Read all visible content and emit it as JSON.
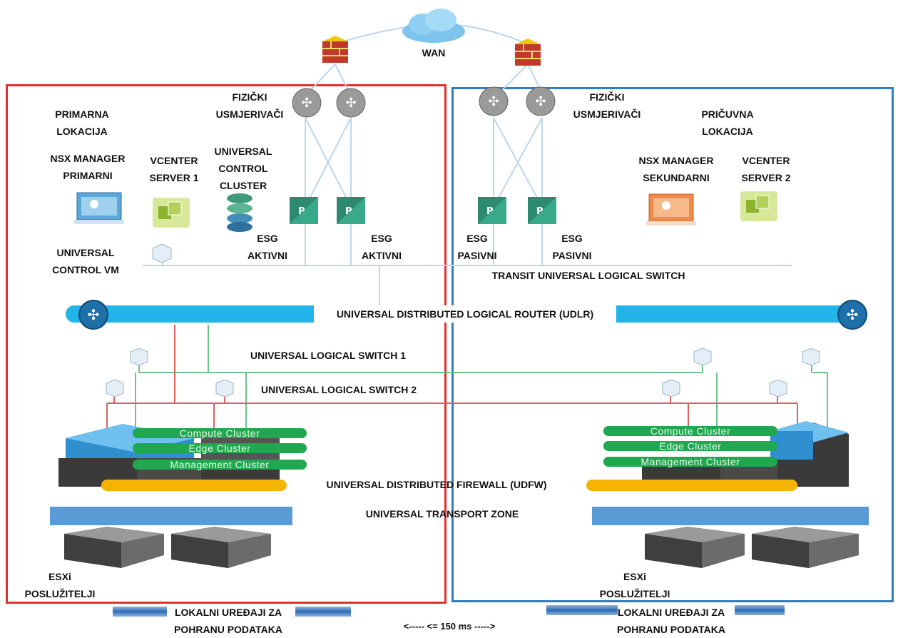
{
  "wan": {
    "label": "WAN"
  },
  "primary_site": {
    "title_line1": "PRIMARNA",
    "title_line2": "LOKACIJA",
    "routers_label_line1": "FIZIČKI",
    "routers_label_line2": "USMJERIVAČI",
    "nsx_manager_line1": "NSX MANAGER",
    "nsx_manager_line2": "PRIMARNI",
    "vcenter_line1": "VCENTER",
    "vcenter_line2": "SERVER 1",
    "control_cluster_line1": "UNIVERSAL",
    "control_cluster_line2": "CONTROL",
    "control_cluster_line3": "CLUSTER",
    "control_vm_line1": "UNIVERSAL",
    "control_vm_line2": "CONTROL VM",
    "esg1_line1": "ESG",
    "esg1_line2": "AKTIVNI",
    "esg2_line1": "ESG",
    "esg2_line2": "AKTIVNI",
    "hosts_line1": "ESXi",
    "hosts_line2": "POSLUŽITELJI",
    "storage_line1": "LOKALNI UREĐAJI ZA",
    "storage_line2": "POHRANU PODATAKA"
  },
  "secondary_site": {
    "title_line1": "PRIČUVNA",
    "title_line2": "LOKACIJA",
    "routers_label_line1": "FIZIČKI",
    "routers_label_line2": "USMJERIVAČI",
    "nsx_manager_line1": "NSX MANAGER",
    "nsx_manager_line2": "SEKUNDARNI",
    "vcenter_line1": "VCENTER",
    "vcenter_line2": "SERVER 2",
    "esg1_line1": "ESG",
    "esg1_line2": "PASIVNI",
    "esg2_line1": "ESG",
    "esg2_line2": "PASIVNI",
    "hosts_line1": "ESXi",
    "hosts_line2": "POSLUŽITELJI",
    "storage_line1": "LOKALNI UREĐAJI ZA",
    "storage_line2": "POHRANU PODATAKA"
  },
  "shared": {
    "transit_switch": "TRANSIT UNIVERSAL LOGICAL SWITCH",
    "udlr": "UNIVERSAL DISTRIBUTED LOGICAL ROUTER (UDLR)",
    "logical_switch_1": "UNIVERSAL LOGICAL SWITCH 1",
    "logical_switch_2": "UNIVERSAL LOGICAL SWITCH 2",
    "udfw": "UNIVERSAL DISTRIBUTED FIREWALL (UDFW)",
    "transport_zone": "UNIVERSAL TRANSPORT ZONE",
    "latency": "<----- <= 150 ms ----->"
  },
  "clusters": {
    "compute": "Compute Cluster",
    "edge": "Edge Cluster",
    "management": "Management Cluster"
  },
  "colors": {
    "primary_border": "#e0312f",
    "secondary_border": "#2e7fc0",
    "udlr_bar": "#23b5ea",
    "udfw_bar": "#f4b400",
    "transport_bar": "#5b9bd5",
    "cluster_pill": "#1fa84f",
    "switch1_line": "#6cc28a",
    "switch2_line": "#e06060"
  }
}
